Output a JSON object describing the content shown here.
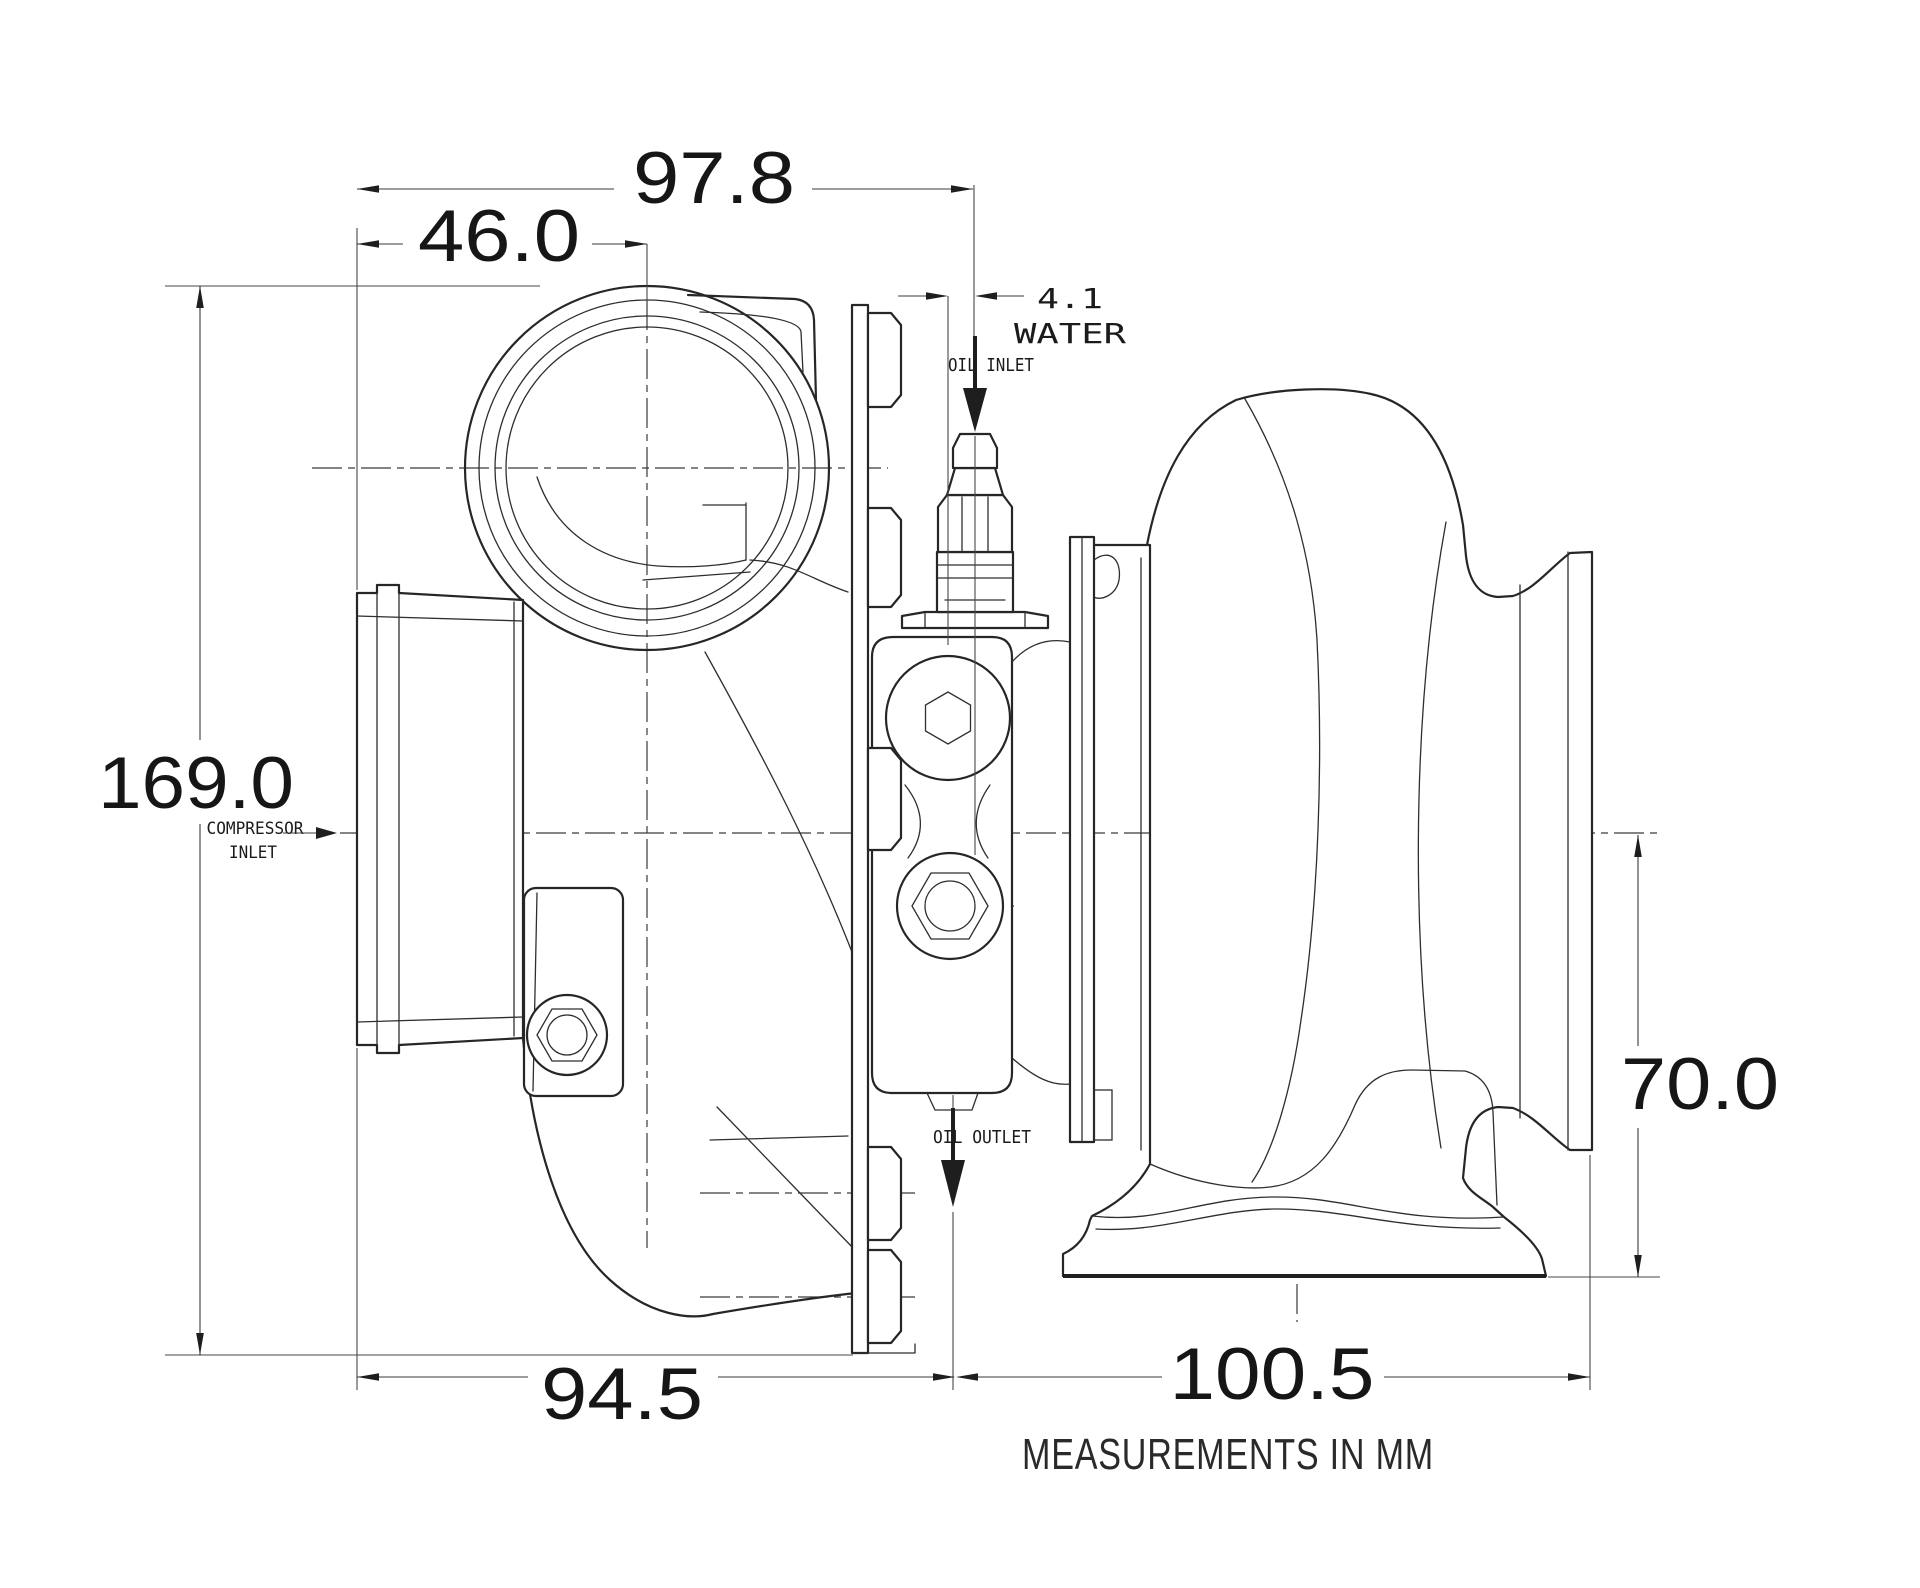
{
  "drawing": {
    "title_note": "MEASUREMENTS IN MM",
    "dimensions": {
      "overall_width_top": "97.8",
      "inlet_face_to_volute_center": "46.0",
      "overall_height": "169.0",
      "inlet_face_to_oil_outlet": "94.5",
      "oil_outlet_to_turbine_flange": "100.5",
      "centerline_to_flange_bottom": "70.0",
      "water_port_offset": "4.1"
    },
    "labels": {
      "water": "WATER",
      "oil_inlet": "OIL INLET",
      "oil_outlet": "OIL OUTLET",
      "compressor_inlet_line1": "COMPRESSOR",
      "compressor_inlet_line2": "INLET"
    },
    "colors": {
      "ink": "#1e1e1e",
      "background": "#ffffff"
    }
  }
}
